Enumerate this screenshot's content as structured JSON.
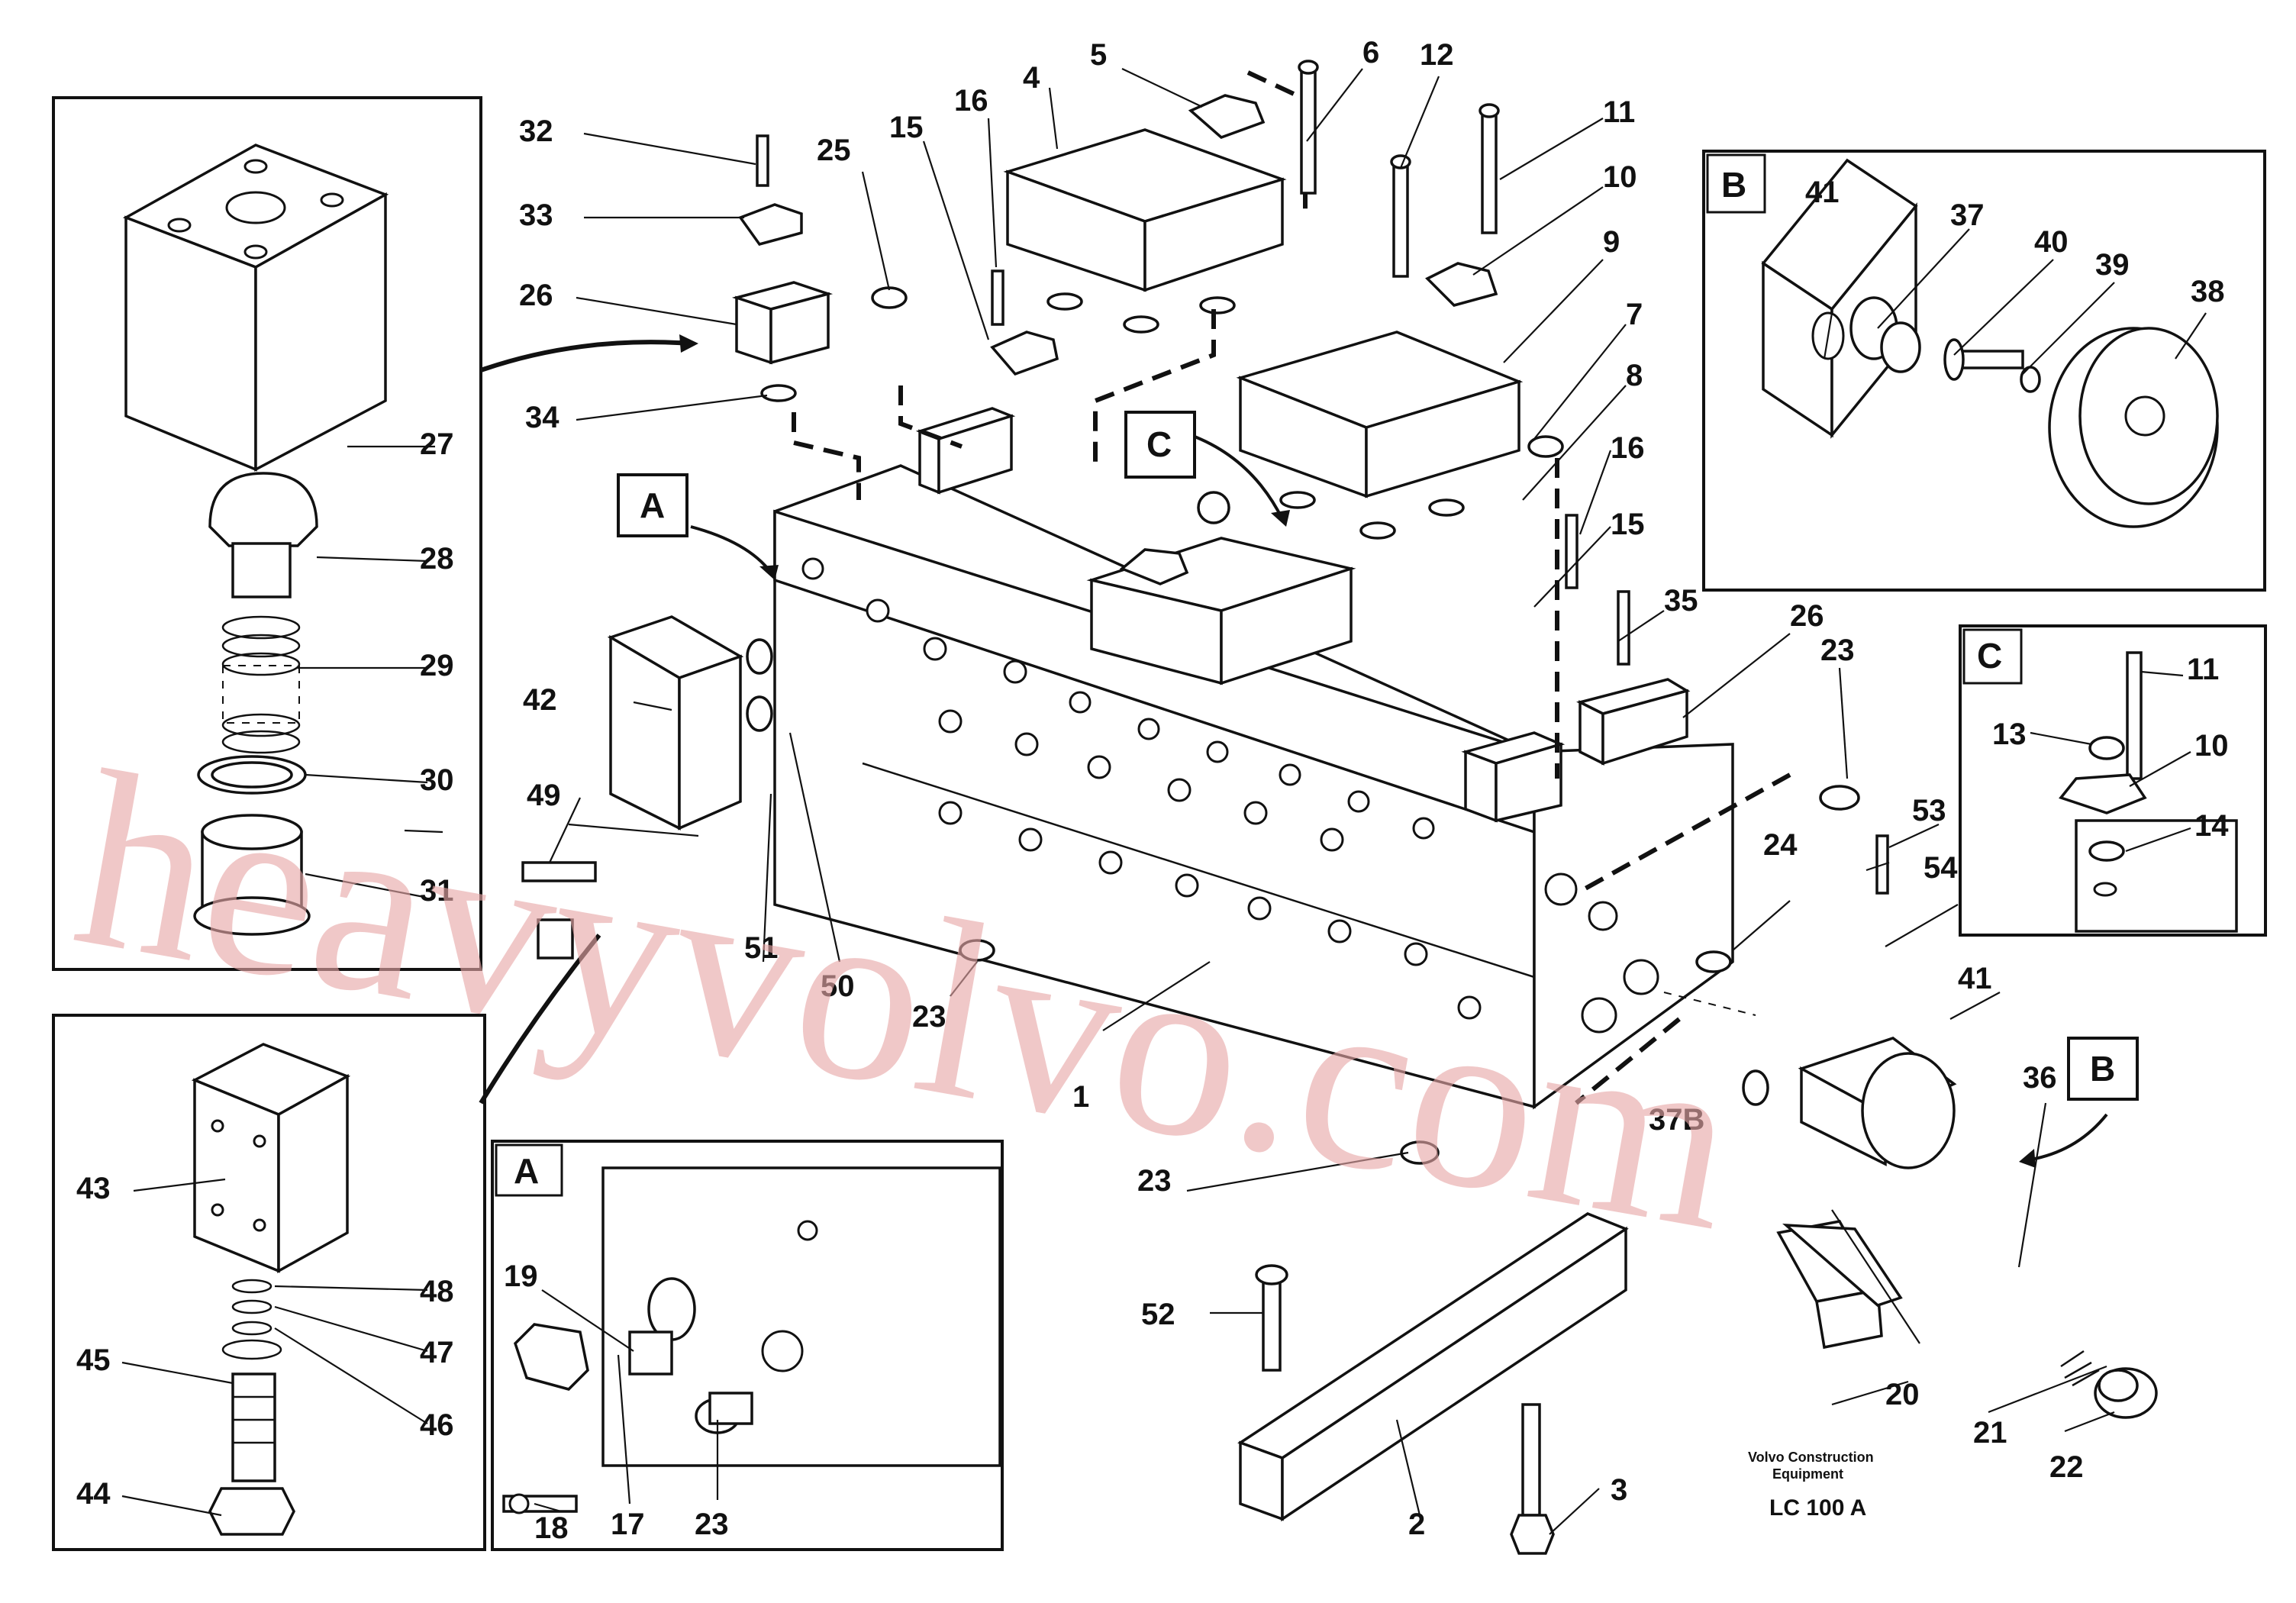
{
  "part_labels": [
    {
      "id": "p1",
      "text": "1"
    },
    {
      "id": "p2",
      "text": "2"
    },
    {
      "id": "p3",
      "text": "3"
    },
    {
      "id": "p4",
      "text": "4"
    },
    {
      "id": "p5",
      "text": "5"
    },
    {
      "id": "p6",
      "text": "6"
    },
    {
      "id": "p7",
      "text": "7"
    },
    {
      "id": "p8",
      "text": "8"
    },
    {
      "id": "p9",
      "text": "9"
    },
    {
      "id": "p10",
      "text": "10"
    },
    {
      "id": "p11",
      "text": "11"
    },
    {
      "id": "p12",
      "text": "12"
    },
    {
      "id": "p15",
      "text": "15"
    },
    {
      "id": "p16a",
      "text": "16"
    },
    {
      "id": "p16b",
      "text": "16"
    },
    {
      "id": "p15b",
      "text": "15"
    },
    {
      "id": "p35",
      "text": "35"
    },
    {
      "id": "p26b",
      "text": "26"
    },
    {
      "id": "p23a",
      "text": "23"
    },
    {
      "id": "p24",
      "text": "24"
    },
    {
      "id": "p53",
      "text": "53"
    },
    {
      "id": "p54",
      "text": "54"
    },
    {
      "id": "p41",
      "text": "41"
    },
    {
      "id": "p36",
      "text": "36"
    },
    {
      "id": "p37b",
      "text": "37B"
    },
    {
      "id": "p23b",
      "text": "23"
    },
    {
      "id": "p23c",
      "text": "23"
    },
    {
      "id": "p20",
      "text": "20"
    },
    {
      "id": "p21",
      "text": "21"
    },
    {
      "id": "p22",
      "text": "22"
    },
    {
      "id": "p52",
      "text": "52"
    },
    {
      "id": "p25",
      "text": "25"
    },
    {
      "id": "p32",
      "text": "32"
    },
    {
      "id": "p33",
      "text": "33"
    },
    {
      "id": "p26a",
      "text": "26"
    },
    {
      "id": "p34",
      "text": "34"
    },
    {
      "id": "p42",
      "text": "42"
    },
    {
      "id": "p49",
      "text": "49"
    },
    {
      "id": "p51",
      "text": "51"
    },
    {
      "id": "p50",
      "text": "50"
    },
    {
      "id": "p27",
      "text": "27"
    },
    {
      "id": "p28",
      "text": "28"
    },
    {
      "id": "p29",
      "text": "29"
    },
    {
      "id": "p30",
      "text": "30"
    },
    {
      "id": "p31",
      "text": "31"
    },
    {
      "id": "p43",
      "text": "43"
    },
    {
      "id": "p48",
      "text": "48"
    },
    {
      "id": "p47",
      "text": "47"
    },
    {
      "id": "p45",
      "text": "45"
    },
    {
      "id": "p46",
      "text": "46"
    },
    {
      "id": "p44",
      "text": "44"
    },
    {
      "id": "p19",
      "text": "19"
    },
    {
      "id": "p18",
      "text": "18"
    },
    {
      "id": "p17",
      "text": "17"
    },
    {
      "id": "p23d",
      "text": "23"
    },
    {
      "id": "pB41",
      "text": "41"
    },
    {
      "id": "pB37",
      "text": "37"
    },
    {
      "id": "pB40",
      "text": "40"
    },
    {
      "id": "pB39",
      "text": "39"
    },
    {
      "id": "pB38",
      "text": "38"
    },
    {
      "id": "pC11",
      "text": "11"
    },
    {
      "id": "pC13",
      "text": "13"
    },
    {
      "id": "pC10",
      "text": "10"
    },
    {
      "id": "pC14",
      "text": "14"
    }
  ],
  "view_letters": {
    "A_main": "A",
    "A_inset": "A",
    "B_inset": "B",
    "B_main": "B",
    "C_main": "C",
    "C_inset": "C"
  },
  "credit": {
    "line1": "Volvo Construction",
    "line2": "Equipment"
  },
  "figure_code": "LC 100  A",
  "watermark": "heavyvolvo.com"
}
